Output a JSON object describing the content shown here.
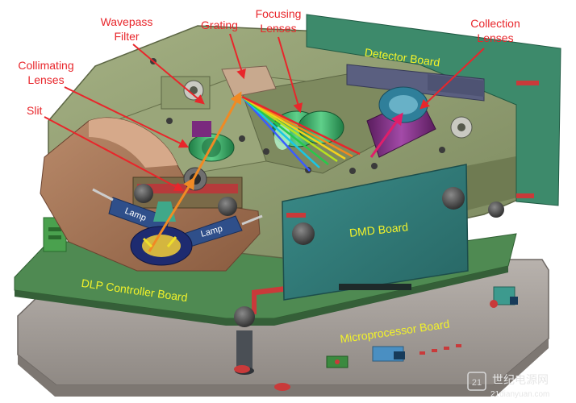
{
  "labels": {
    "wavepass_filter_line1": "Wavepass",
    "wavepass_filter_line2": "Filter",
    "grating": "Grating",
    "focusing_lenses_line1": "Focusing",
    "focusing_lenses_line2": "Lenses",
    "collection_lenses_line1": "Collection",
    "collection_lenses_line2": "Lenses",
    "collimating_lenses_line1": "Collimating",
    "collimating_lenses_line2": "Lenses",
    "slit": "Slit"
  },
  "boards": {
    "detector_board": "Detector Board",
    "dmd_board": "DMD Board",
    "dlp_controller_board": "DLP Controller Board",
    "microprocessor_board": "Microprocessor Board"
  },
  "lamps": {
    "lamp_left": "Lamp",
    "lamp_right": "Lamp"
  },
  "watermark": {
    "glyph": "21",
    "name": "世纪电源网",
    "url": "21dianyuan.com"
  },
  "colors": {
    "callout_text": "#e8262b",
    "board_text": "#f2f22a",
    "housing": "#8c9a6e",
    "pcb_green": "#4f8a52",
    "base_plate": "#a39d98",
    "dmd_board": "#2f7a78",
    "lens_green": "#2f9a57",
    "lens_purple": "#7a2a7e",
    "light_path": "#f08a24"
  }
}
